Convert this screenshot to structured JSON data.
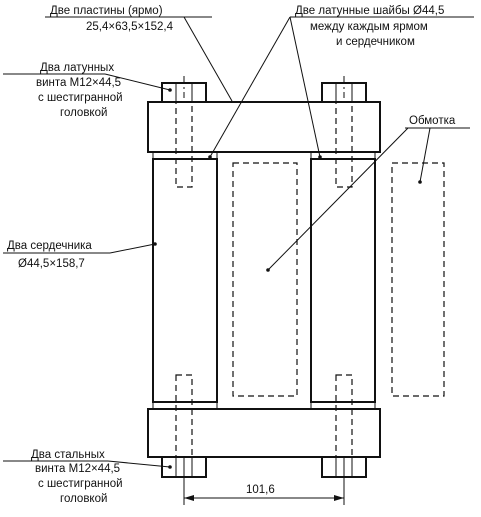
{
  "labels": {
    "plates_title": "Две пластины (ярмо)",
    "plates_dims": "25,4×63,5×152,4",
    "washers_line1": "Две латунные шайбы Ø44,5",
    "washers_line2": "между каждым ярмом",
    "washers_line3": "и сердечником",
    "brass_bolts_line1": "Два латунных",
    "brass_bolts_line2": "винта М12×44,5",
    "brass_bolts_line3": "с шестигранной",
    "brass_bolts_line4": "головкой",
    "winding": "Обмотка",
    "cores_line1": "Два сердечника",
    "cores_line2": "Ø44,5×158,7",
    "steel_bolts_line1": "Два стальных",
    "steel_bolts_line2": "винта М12×44,5",
    "steel_bolts_line3": "с шестигранной",
    "steel_bolts_line4": "головкой",
    "dimension": "101,6"
  }
}
